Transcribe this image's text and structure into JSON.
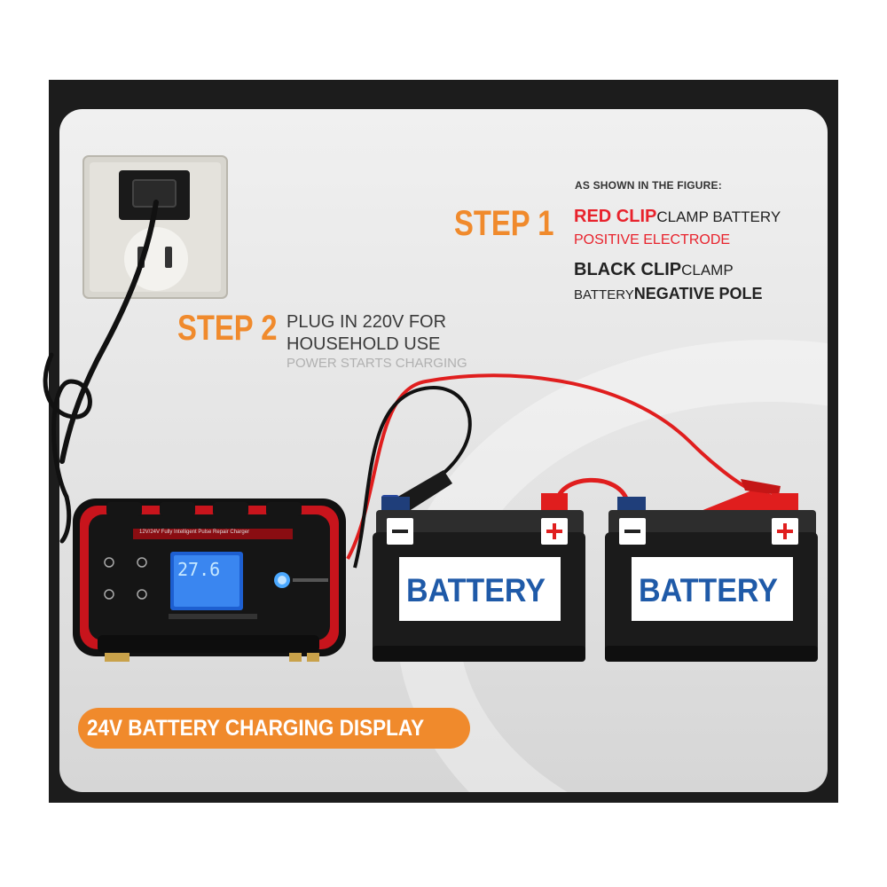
{
  "step1": {
    "title": "STEP 1",
    "note": "AS SHOWN IN THE FIGURE:",
    "red_clip_bold": "RED CLIP",
    "red_clip_rest": "CLAMP BATTERY",
    "red_clip_line2": "POSITIVE ELECTRODE",
    "black_clip_bold": "BLACK CLIP",
    "black_clip_rest": "CLAMP",
    "black_clip_line2_a": "BATTERY",
    "black_clip_line2_b": "NEGATIVE POLE"
  },
  "step2": {
    "title": "STEP 2",
    "line1": "PLUG IN 220V FOR",
    "line2": "HOUSEHOLD USE",
    "line3": "POWER STARTS CHARGING"
  },
  "batteries": [
    {
      "label": "BATTERY",
      "minus": "−",
      "plus": "+"
    },
    {
      "label": "BATTERY",
      "minus": "−",
      "plus": "+"
    }
  ],
  "charger": {
    "model_text": "12V/24V Fully Intelligent Pulse Repair Charger",
    "display_reading": "27.6"
  },
  "banner": "24V BATTERY CHARGING DISPLAY",
  "colors": {
    "accent_orange": "#f08a2c",
    "clip_red": "#e8222c",
    "battery_blue": "#1f5aa8",
    "charger_red": "#c8141c"
  },
  "icons": [
    "wall-outlet-icon",
    "charger-device",
    "battery-icon",
    "cable-icon"
  ]
}
